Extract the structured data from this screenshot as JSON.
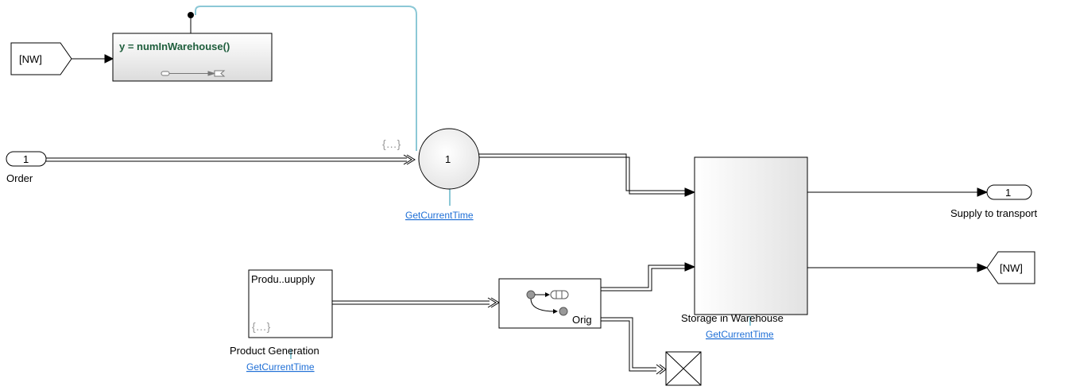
{
  "blocks": {
    "from_nw": {
      "tag": "[NW]"
    },
    "fn_caller": {
      "text": "y = numInWarehouse()"
    },
    "inport_order": {
      "number": "1",
      "name": "Order"
    },
    "server": {
      "number": "1",
      "link": "GetCurrentTime"
    },
    "storage": {
      "name": "Storage in Warehouse",
      "link": "GetCurrentTime"
    },
    "outport_supply": {
      "number": "1",
      "name": "Supply to transport"
    },
    "goto_nw": {
      "tag": "[NW]"
    },
    "product_gen": {
      "inner": "Produ..uupply",
      "name": "Product Generation",
      "link": "GetCurrentTime",
      "badge": "{…}"
    },
    "replicate": {
      "port_label": "Orig"
    },
    "server_badge": "{…}"
  },
  "colors": {
    "function_line": "#8cc8d6",
    "link": "#1f6fd6",
    "fn_text": "#1e5e3c"
  }
}
